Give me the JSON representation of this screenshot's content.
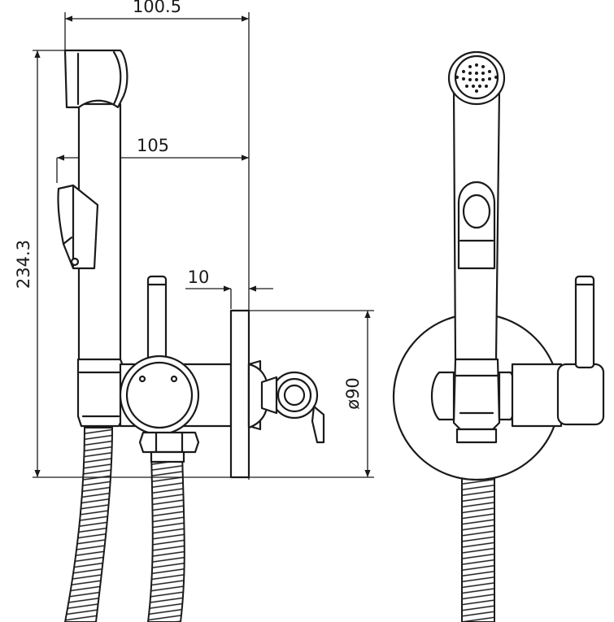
{
  "dimensions": {
    "top_width": "100.5",
    "mid_width": "105",
    "plate_gap": "10",
    "height": "234.3",
    "plate_diameter": "ø90"
  }
}
